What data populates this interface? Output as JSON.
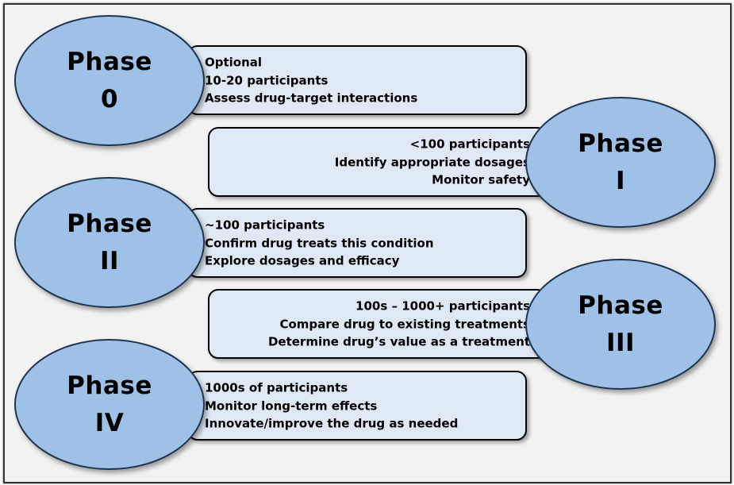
{
  "colors": {
    "frame_bg": "#f2f2f2",
    "box_fill": "#dfe9f5",
    "box_border": "#000000",
    "circle_fill": "#9fc1e7",
    "circle_border": "#1f3550",
    "text": "#000000"
  },
  "phases": [
    {
      "word": "Phase",
      "numeral": "0",
      "lines": [
        "Optional",
        "10-20 participants",
        "Assess drug-target interactions"
      ]
    },
    {
      "word": "Phase",
      "numeral": "I",
      "lines": [
        "<100 participants",
        "Identify appropriate dosages",
        "Monitor safety"
      ]
    },
    {
      "word": "Phase",
      "numeral": "II",
      "lines": [
        "~100 participants",
        "Confirm drug treats this condition",
        "Explore dosages and efficacy"
      ]
    },
    {
      "word": "Phase",
      "numeral": "III",
      "lines": [
        "100s – 1000+ participants",
        "Compare drug to existing treatments",
        "Determine drug’s value as a treatment"
      ]
    },
    {
      "word": "Phase",
      "numeral": "IV",
      "lines": [
        "1000s of participants",
        "Monitor long-term effects",
        "Innovate/improve the drug as needed"
      ]
    }
  ]
}
